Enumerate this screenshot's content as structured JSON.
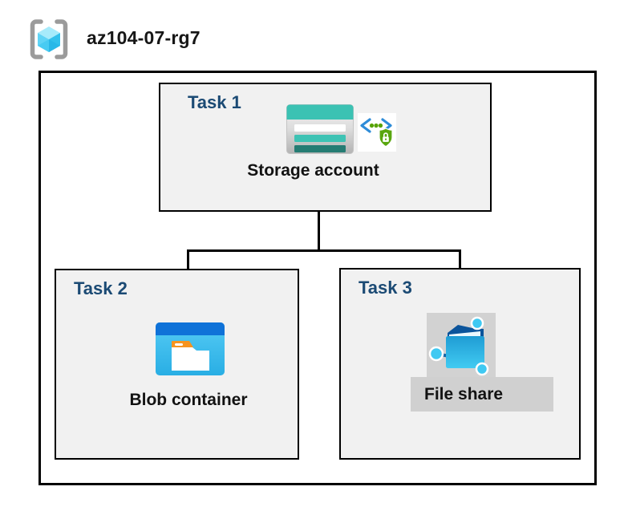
{
  "header": {
    "resource_group": "az104-07-rg7"
  },
  "diagram": {
    "tasks": [
      {
        "label": "Task 1",
        "resource": "Storage account"
      },
      {
        "label": "Task 2",
        "resource": "Blob container"
      },
      {
        "label": "Task 3",
        "resource": "File share"
      }
    ]
  },
  "icons": {
    "header": "resource-group-icon",
    "task1": [
      "storage-account-icon",
      "secure-endpoint-icon"
    ],
    "task2": [
      "blob-container-icon"
    ],
    "task3": [
      "file-share-icon"
    ]
  },
  "colors": {
    "task_label": "#1b4a74",
    "box_background": "#f1f1f1",
    "outline": "#000000",
    "storage_teal": "#3bc2b3",
    "storage_teal_dark": "#257c73",
    "blob_blue_bar": "#0f72d8",
    "blob_cyan": "#3fbdec",
    "file_share_cyan": "#3fc9f2",
    "file_share_navy": "#0b549b",
    "secure_green": "#59a60f",
    "secure_blue": "#2e8cd8",
    "gray_plate": "#d0d0d0",
    "bracket_gray": "#9b9b9b"
  }
}
